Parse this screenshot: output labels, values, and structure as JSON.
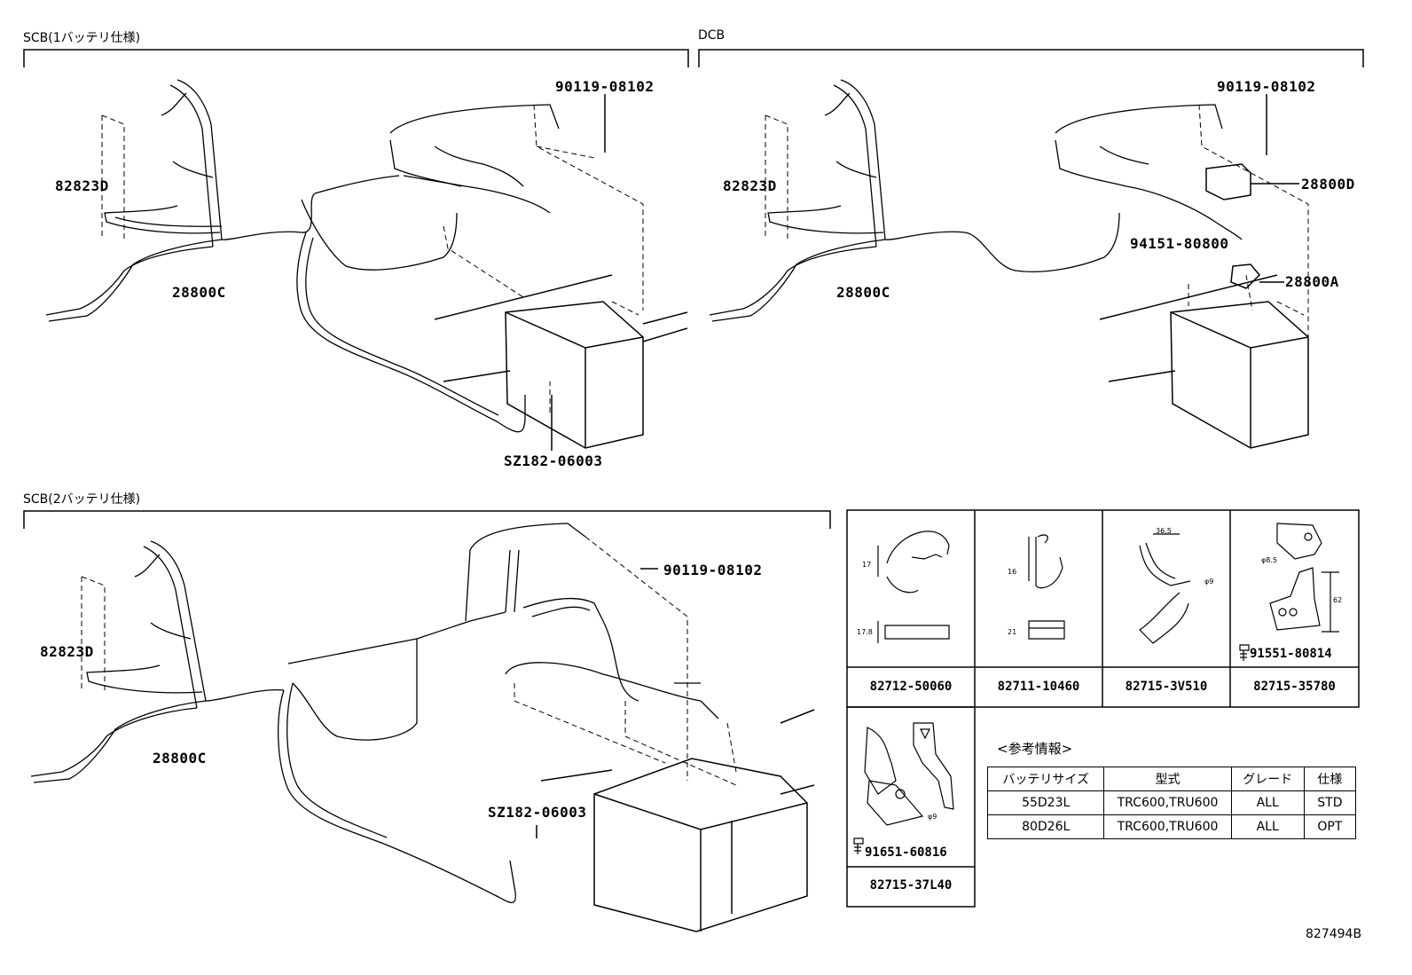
{
  "sections": {
    "scb1": "SCB(1バッテリ仕様)",
    "dcb": "DCB",
    "scb2": "SCB(2バッテリ仕様)"
  },
  "scb1_parts": {
    "bolt": "90119-08102",
    "clamp": "82823D",
    "harness": "28800C",
    "nut": "SZ182-06003"
  },
  "dcb_parts": {
    "bolt": "90119-08102",
    "clamp": "82823D",
    "harness": "28800C",
    "cover": "28800D",
    "nut": "94151-80800",
    "terminal": "28800A"
  },
  "scb2_parts": {
    "bolt": "90119-08102",
    "clamp": "82823D",
    "harness": "28800C",
    "nut": "SZ182-06003"
  },
  "clamp_grid": {
    "cells": [
      "82712-50060",
      "82711-10460",
      "82715-3V510",
      "82715-35780",
      "82715-37L40"
    ],
    "screw_a": "91551-80814",
    "screw_b": "91651-60816",
    "dims": {
      "d1a": "17",
      "d1b": "17.8",
      "d2a": "16",
      "d2b": "21",
      "d3a": "36.5",
      "d3b": "φ9",
      "d4a": "φ8.5",
      "d4b": "62",
      "d5": "φ9"
    }
  },
  "reference": {
    "caption": "<参考情報>",
    "headers": [
      "バッテリサイズ",
      "型式",
      "グレード",
      "仕様"
    ],
    "rows": [
      [
        "55D23L",
        "TRC600,TRU600",
        "ALL",
        "STD"
      ],
      [
        "80D26L",
        "TRC600,TRU600",
        "ALL",
        "OPT"
      ]
    ]
  },
  "illustration_id": "827494B"
}
